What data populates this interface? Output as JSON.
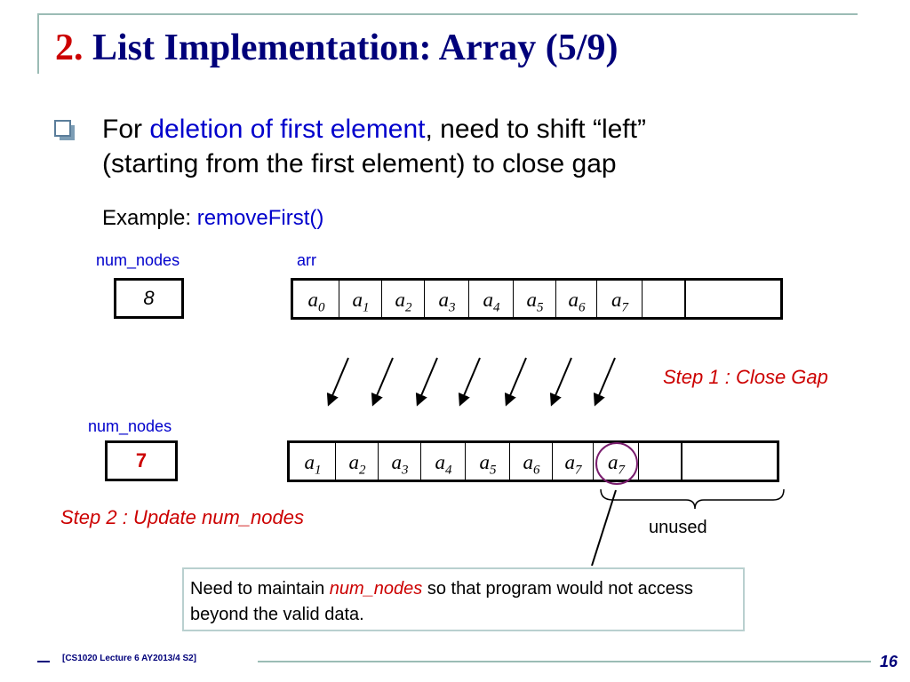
{
  "title": {
    "number": "2.",
    "text": "List Implementation: Array (5/9)"
  },
  "bullet": {
    "prefix": "For ",
    "highlight": "deletion of first element",
    "rest_line1": ", need to shift “left”",
    "line2": "(starting from the first element) to close gap"
  },
  "example": {
    "label": "Example: ",
    "code": "removeFirst()"
  },
  "before": {
    "num_nodes_label": "num_nodes",
    "arr_label": "arr",
    "num_nodes_value": "8",
    "cells": [
      {
        "base": "a",
        "sub": "0"
      },
      {
        "base": "a",
        "sub": "1"
      },
      {
        "base": "a",
        "sub": "2"
      },
      {
        "base": "a",
        "sub": "3"
      },
      {
        "base": "a",
        "sub": "4"
      },
      {
        "base": "a",
        "sub": "5"
      },
      {
        "base": "a",
        "sub": "6"
      },
      {
        "base": "a",
        "sub": "7"
      },
      {
        "base": "",
        "sub": ""
      },
      {
        "base": "",
        "sub": ""
      }
    ]
  },
  "step1": "Step 1 : Close Gap",
  "after": {
    "num_nodes_label": "num_nodes",
    "num_nodes_value": "7",
    "cells": [
      {
        "base": "a",
        "sub": "1"
      },
      {
        "base": "a",
        "sub": "2"
      },
      {
        "base": "a",
        "sub": "3"
      },
      {
        "base": "a",
        "sub": "4"
      },
      {
        "base": "a",
        "sub": "5"
      },
      {
        "base": "a",
        "sub": "6"
      },
      {
        "base": "a",
        "sub": "7"
      },
      {
        "base": "a",
        "sub": "7"
      },
      {
        "base": "",
        "sub": ""
      },
      {
        "base": "",
        "sub": ""
      }
    ]
  },
  "step2": "Step 2 : Update num_nodes",
  "unused_label": "unused",
  "note": {
    "pre": "Need to maintain ",
    "em": "num_nodes",
    "post": " so that program would not access beyond the valid data."
  },
  "footer": {
    "course": "[CS1020 Lecture 6 AY2013/4 S2]",
    "page": "16"
  },
  "colors": {
    "title": "#00007a",
    "title_number": "#cc0000",
    "highlight": "#0000cc",
    "step": "#cc0000",
    "circle": "#7a1e6e"
  }
}
